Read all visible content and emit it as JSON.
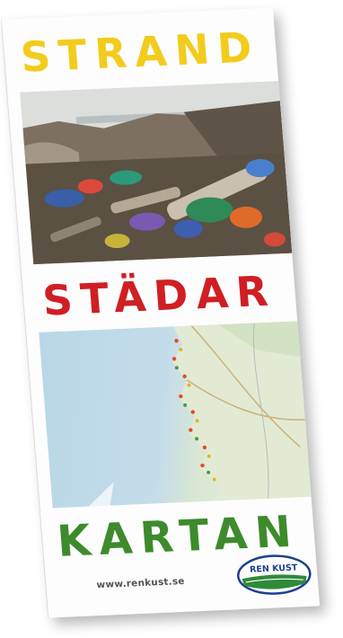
{
  "brochure": {
    "title_top": "STRAND",
    "title_middle": "STÄDAR",
    "title_bottom": "KARTAN",
    "url": "www.renkust.se",
    "logo_text": "REN KUST"
  },
  "colors": {
    "yellow": "#f2cc1c",
    "red": "#cf1f24",
    "green": "#3d8b2c",
    "logo_blue": "#1d3f8f"
  }
}
